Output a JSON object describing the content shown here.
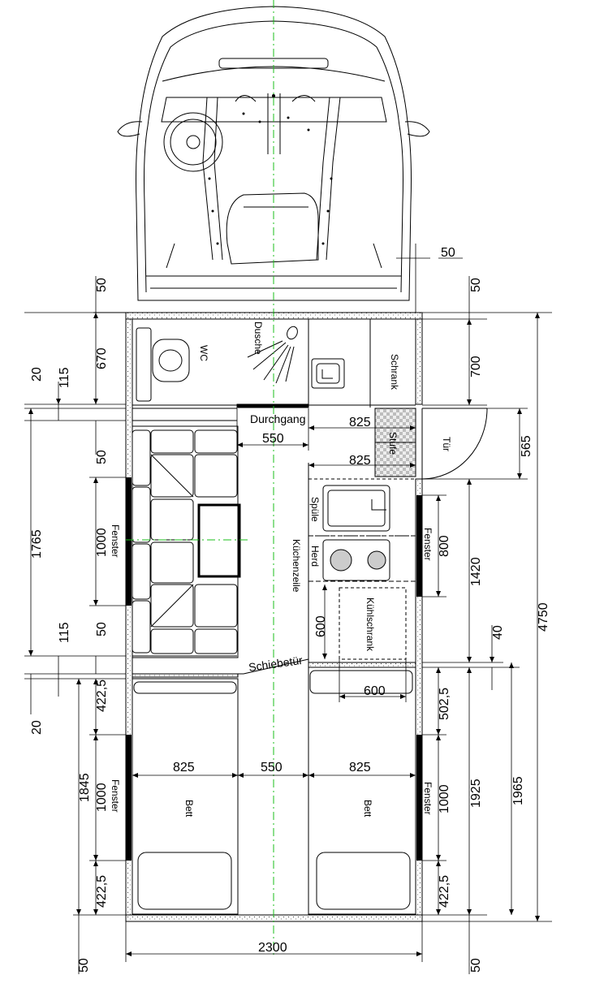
{
  "rooms": {
    "wc": "WC",
    "dusche": "Dusche",
    "schrank": "Schrank",
    "durchgang": "Durchgang",
    "stufe": "Stufe",
    "tuer": "Tür",
    "spuele": "Spüle",
    "herd": "Herd",
    "kuechenzeile": "Küchenzeile",
    "kuehlschrank": "Kühlschrank",
    "schiebetuer": "Schiebetür",
    "fenster": "Fenster",
    "bett": "Bett"
  },
  "dimensions": {
    "mirror_gap": "50",
    "top_left_50": "50",
    "top_right_50": "50",
    "wc_depth": "670",
    "schrank_depth": "700",
    "wall_115_top": "115",
    "wall_20_top": "20",
    "durchgang_825": "825",
    "durchgang_550": "550",
    "left_50_mid": "50",
    "stufe_825": "825",
    "tuer_565": "565",
    "sitz_1765": "1765",
    "fenster_1000": "1000",
    "kueche_800": "800",
    "kueche_1420": "1420",
    "total_4750": "4750",
    "kuehl_600": "600",
    "left_115_mid": "115",
    "left_50_mid2": "50",
    "right_40": "40",
    "bed_600": "600",
    "bed_4225_top": "422,5",
    "bed_5025": "502,5",
    "left_20_mid": "20",
    "bett_825_left": "825",
    "bett_550": "550",
    "bett_825_right": "825",
    "bed_1845": "1845",
    "bed_fenster_1000_left": "1000",
    "bed_fenster_1000_right": "1000",
    "bed_1925": "1925",
    "bed_1965": "1965",
    "bed_4225_bottom_left": "422,5",
    "bed_4225_bottom_right": "422,5",
    "width_2300": "2300",
    "bottom_left_50": "50",
    "bottom_right_50": "50"
  }
}
